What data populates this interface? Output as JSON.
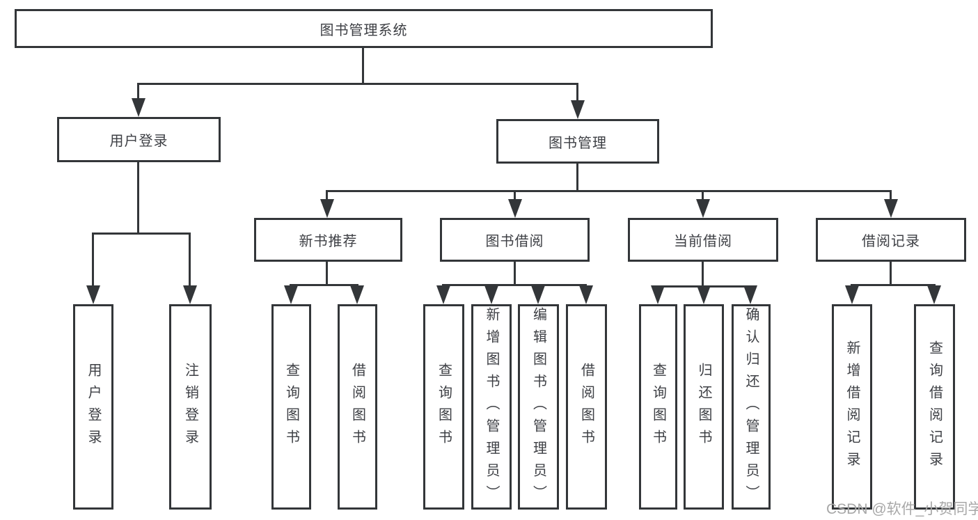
{
  "diagram": {
    "type": "hierarchy-tree",
    "colors": {
      "line": "#333639",
      "text": "#3d3f44",
      "background": "#ffffff",
      "watermark": "#a8a8a8"
    },
    "nodes": {
      "root": {
        "label": "图书管理系统"
      },
      "level2": [
        {
          "label": "用户登录",
          "parent": "图书管理系统"
        },
        {
          "label": "图书管理",
          "parent": "图书管理系统"
        }
      ],
      "level3": [
        {
          "label": "新书推荐",
          "parent": "图书管理"
        },
        {
          "label": "图书借阅",
          "parent": "图书管理"
        },
        {
          "label": "当前借阅",
          "parent": "图书管理"
        },
        {
          "label": "借阅记录",
          "parent": "图书管理"
        }
      ],
      "leaves": [
        {
          "label": "用户登录",
          "parent": "用户登录"
        },
        {
          "label": "注销登录",
          "parent": "用户登录"
        },
        {
          "label": "查询图书",
          "parent": "新书推荐"
        },
        {
          "label": "借阅图书",
          "parent": "新书推荐"
        },
        {
          "label": "查询图书",
          "parent": "图书借阅"
        },
        {
          "label": "新增图书（管理员）",
          "parent": "图书借阅"
        },
        {
          "label": "编辑图书（管理员）",
          "parent": "图书借阅"
        },
        {
          "label": "借阅图书",
          "parent": "图书借阅"
        },
        {
          "label": "查询图书",
          "parent": "当前借阅"
        },
        {
          "label": "归还图书",
          "parent": "当前借阅"
        },
        {
          "label": "确认归还（管理员）",
          "parent": "当前借阅"
        },
        {
          "label": "新增借阅记录",
          "parent": "借阅记录"
        },
        {
          "label": "查询借阅记录",
          "parent": "借阅记录"
        }
      ]
    }
  },
  "watermark": {
    "text": "CSDN @软件_小贺同学"
  }
}
